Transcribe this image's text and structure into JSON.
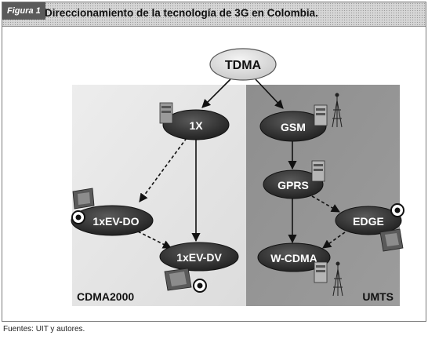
{
  "figure": {
    "label": "Figura 1",
    "title": "Direccionamiento de la tecnología de 3G en Colombia."
  },
  "diagram": {
    "nodes": {
      "tdma": "TDMA",
      "1x": "1X",
      "gsm": "GSM",
      "gprs": "GPRS",
      "edge": "EDGE",
      "1xevdo": "1xEV-DO",
      "1xevdv": "1xEV-DV",
      "wcdma": "W-CDMA"
    },
    "regions": {
      "cdma2000": "CDMA2000",
      "umts": "UMTS"
    }
  },
  "source": "Fuentes: UIT y autores."
}
